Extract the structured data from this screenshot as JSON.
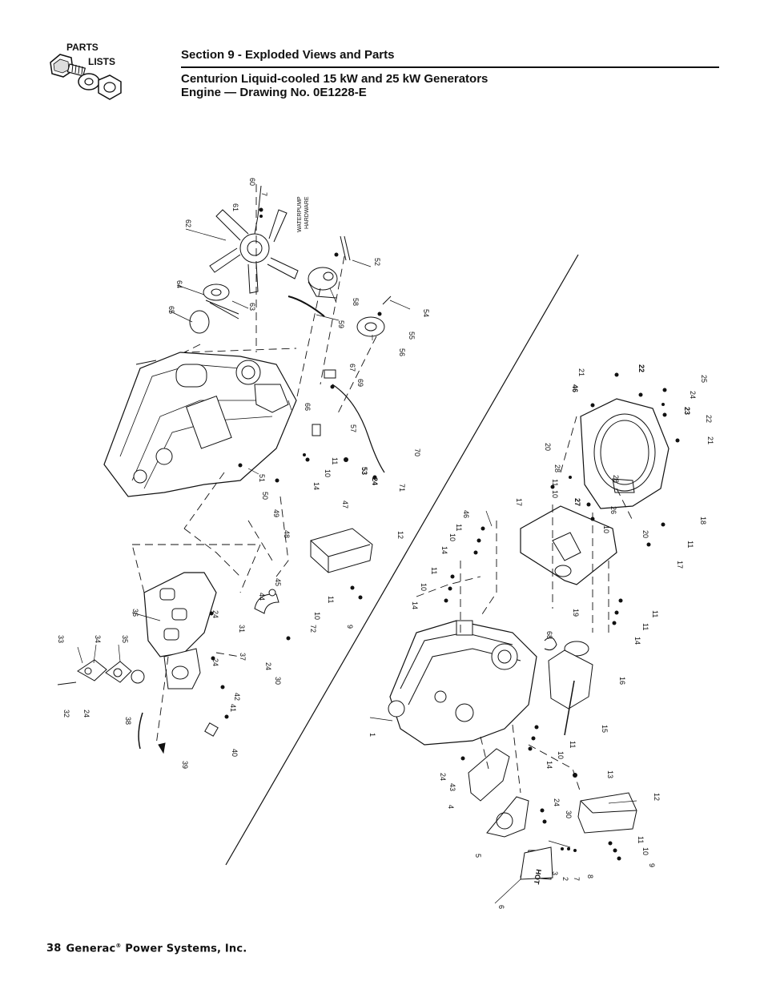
{
  "logo": {
    "line1": "PARTS",
    "line2": "LISTS",
    "icon": "bolt-nut-washer-icon"
  },
  "header": {
    "section": "Section 9 - Exploded Views and Parts",
    "title_line1": "Centurion Liquid-cooled 15 kW and 25 kW Generators",
    "title_line2": "Engine — Drawing No. 0E1228-E"
  },
  "drawing": {
    "waterpump_line1": "WATERPUMP",
    "waterpump_line2": "HARDWARE",
    "hot_label": "HOT"
  },
  "callouts": [
    {
      "t": "60"
    },
    {
      "t": "7"
    },
    {
      "t": "61"
    },
    {
      "t": "62"
    },
    {
      "t": "52"
    },
    {
      "t": "64"
    },
    {
      "t": "63"
    },
    {
      "t": "65"
    },
    {
      "t": "58"
    },
    {
      "t": "59"
    },
    {
      "t": "54"
    },
    {
      "t": "55"
    },
    {
      "t": "56"
    },
    {
      "t": "67"
    },
    {
      "t": "69"
    },
    {
      "t": "66"
    },
    {
      "t": "57"
    },
    {
      "t": "11"
    },
    {
      "t": "10"
    },
    {
      "t": "14"
    },
    {
      "t": "53"
    },
    {
      "t": "24"
    },
    {
      "t": "70"
    },
    {
      "t": "71"
    },
    {
      "t": "51"
    },
    {
      "t": "50"
    },
    {
      "t": "49"
    },
    {
      "t": "48"
    },
    {
      "t": "47"
    },
    {
      "t": "12"
    },
    {
      "t": "45"
    },
    {
      "t": "44"
    },
    {
      "t": "36"
    },
    {
      "t": "24"
    },
    {
      "t": "31"
    },
    {
      "t": "37"
    },
    {
      "t": "24"
    },
    {
      "t": "72"
    },
    {
      "t": "11"
    },
    {
      "t": "10"
    },
    {
      "t": "9"
    },
    {
      "t": "33"
    },
    {
      "t": "34"
    },
    {
      "t": "35"
    },
    {
      "t": "24"
    },
    {
      "t": "30"
    },
    {
      "t": "42"
    },
    {
      "t": "41"
    },
    {
      "t": "32"
    },
    {
      "t": "24"
    },
    {
      "t": "38"
    },
    {
      "t": "39"
    },
    {
      "t": "40"
    },
    {
      "t": "21"
    },
    {
      "t": "46"
    },
    {
      "t": "22"
    },
    {
      "t": "25"
    },
    {
      "t": "24"
    },
    {
      "t": "23"
    },
    {
      "t": "22"
    },
    {
      "t": "21"
    },
    {
      "t": "20"
    },
    {
      "t": "28"
    },
    {
      "t": "11"
    },
    {
      "t": "10"
    },
    {
      "t": "17"
    },
    {
      "t": "27"
    },
    {
      "t": "28"
    },
    {
      "t": "26"
    },
    {
      "t": "10"
    },
    {
      "t": "20"
    },
    {
      "t": "18"
    },
    {
      "t": "11"
    },
    {
      "t": "17"
    },
    {
      "t": "46"
    },
    {
      "t": "11"
    },
    {
      "t": "10"
    },
    {
      "t": "14"
    },
    {
      "t": "11"
    },
    {
      "t": "10"
    },
    {
      "t": "14"
    },
    {
      "t": "19"
    },
    {
      "t": "11"
    },
    {
      "t": "11"
    },
    {
      "t": "14"
    },
    {
      "t": "68"
    },
    {
      "t": "16"
    },
    {
      "t": "15"
    },
    {
      "t": "1"
    },
    {
      "t": "11"
    },
    {
      "t": "10"
    },
    {
      "t": "14"
    },
    {
      "t": "24"
    },
    {
      "t": "43"
    },
    {
      "t": "4"
    },
    {
      "t": "13"
    },
    {
      "t": "24"
    },
    {
      "t": "30"
    },
    {
      "t": "12"
    },
    {
      "t": "5"
    },
    {
      "t": "11"
    },
    {
      "t": "10"
    },
    {
      "t": "9"
    },
    {
      "t": "2"
    },
    {
      "t": "7"
    },
    {
      "t": "8"
    },
    {
      "t": "3"
    },
    {
      "t": "6"
    }
  ],
  "footer": {
    "page_number": "38",
    "company": "Generac",
    "registered": "®",
    "company_suffix": " Power Systems, Inc."
  }
}
